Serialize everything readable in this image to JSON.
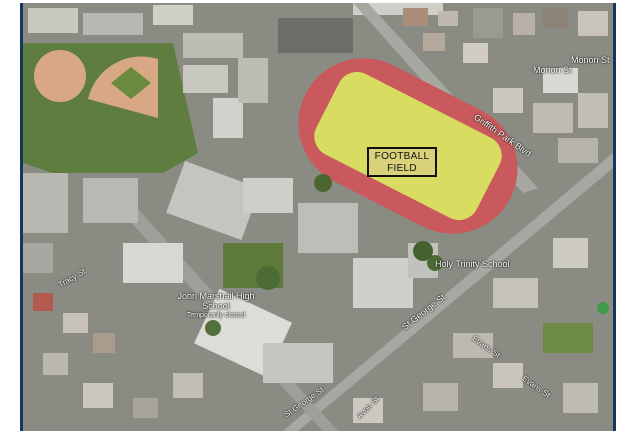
{
  "map": {
    "football_field_label": "FOOTBALL FIELD",
    "school_name": "John Marshall High School",
    "school_subtitle": "Temporarily closed",
    "holy_trinity": "Holy Trinity School",
    "streets": {
      "monon_1": "Monon St",
      "monon_2": "Monon St",
      "griffith_park": "Griffith Park Blvd",
      "st_george": "St George St",
      "tracy": "Tracy St",
      "evans": "Evans St",
      "evans_2": "Evans St",
      "st_george_bottom": "St George St",
      "avon": "Avon St"
    }
  }
}
